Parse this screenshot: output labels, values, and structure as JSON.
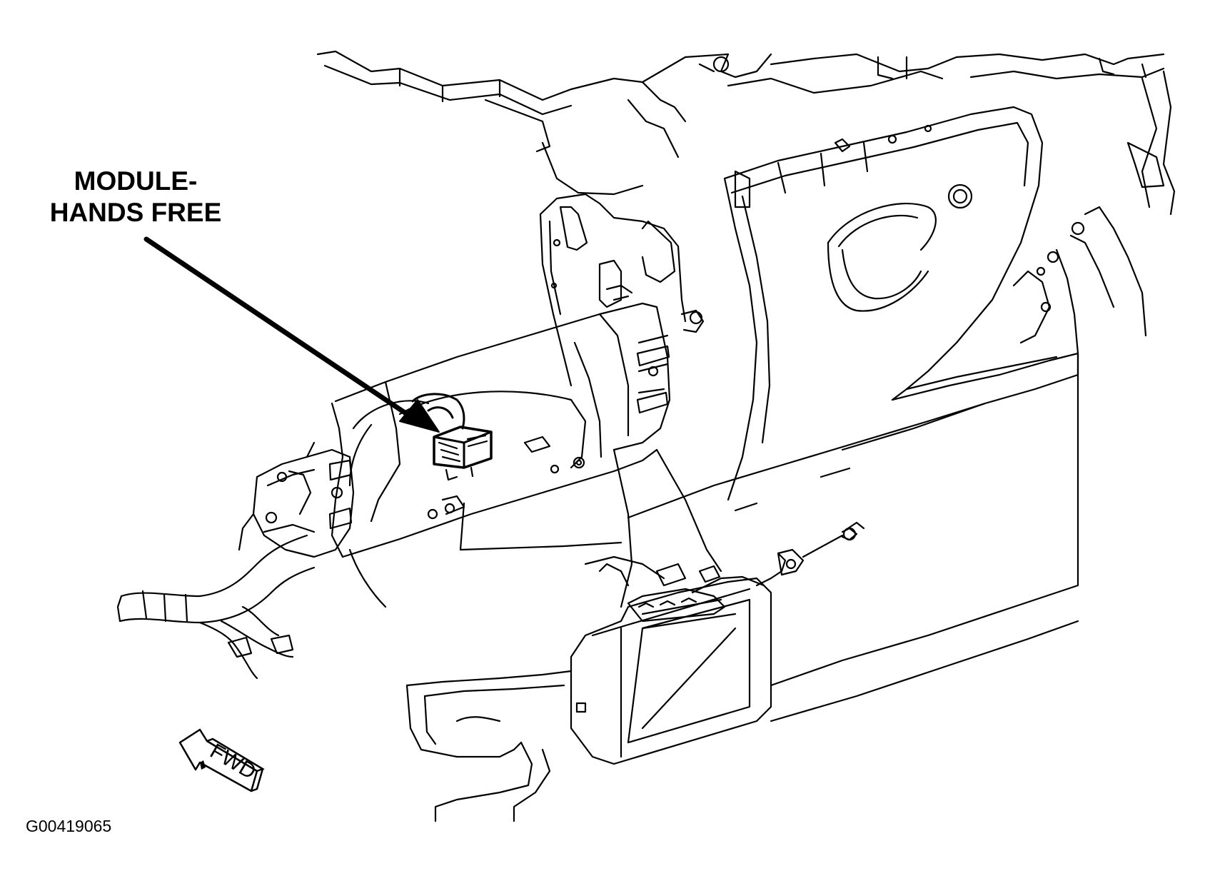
{
  "callout": {
    "line1": "MODULE-",
    "line2": "HANDS FREE"
  },
  "figure_id": "G00419065",
  "direction_indicator": {
    "label": "FWD",
    "icon": "forward-arrow-icon"
  },
  "colors": {
    "line": "#000000",
    "background": "#ffffff"
  }
}
